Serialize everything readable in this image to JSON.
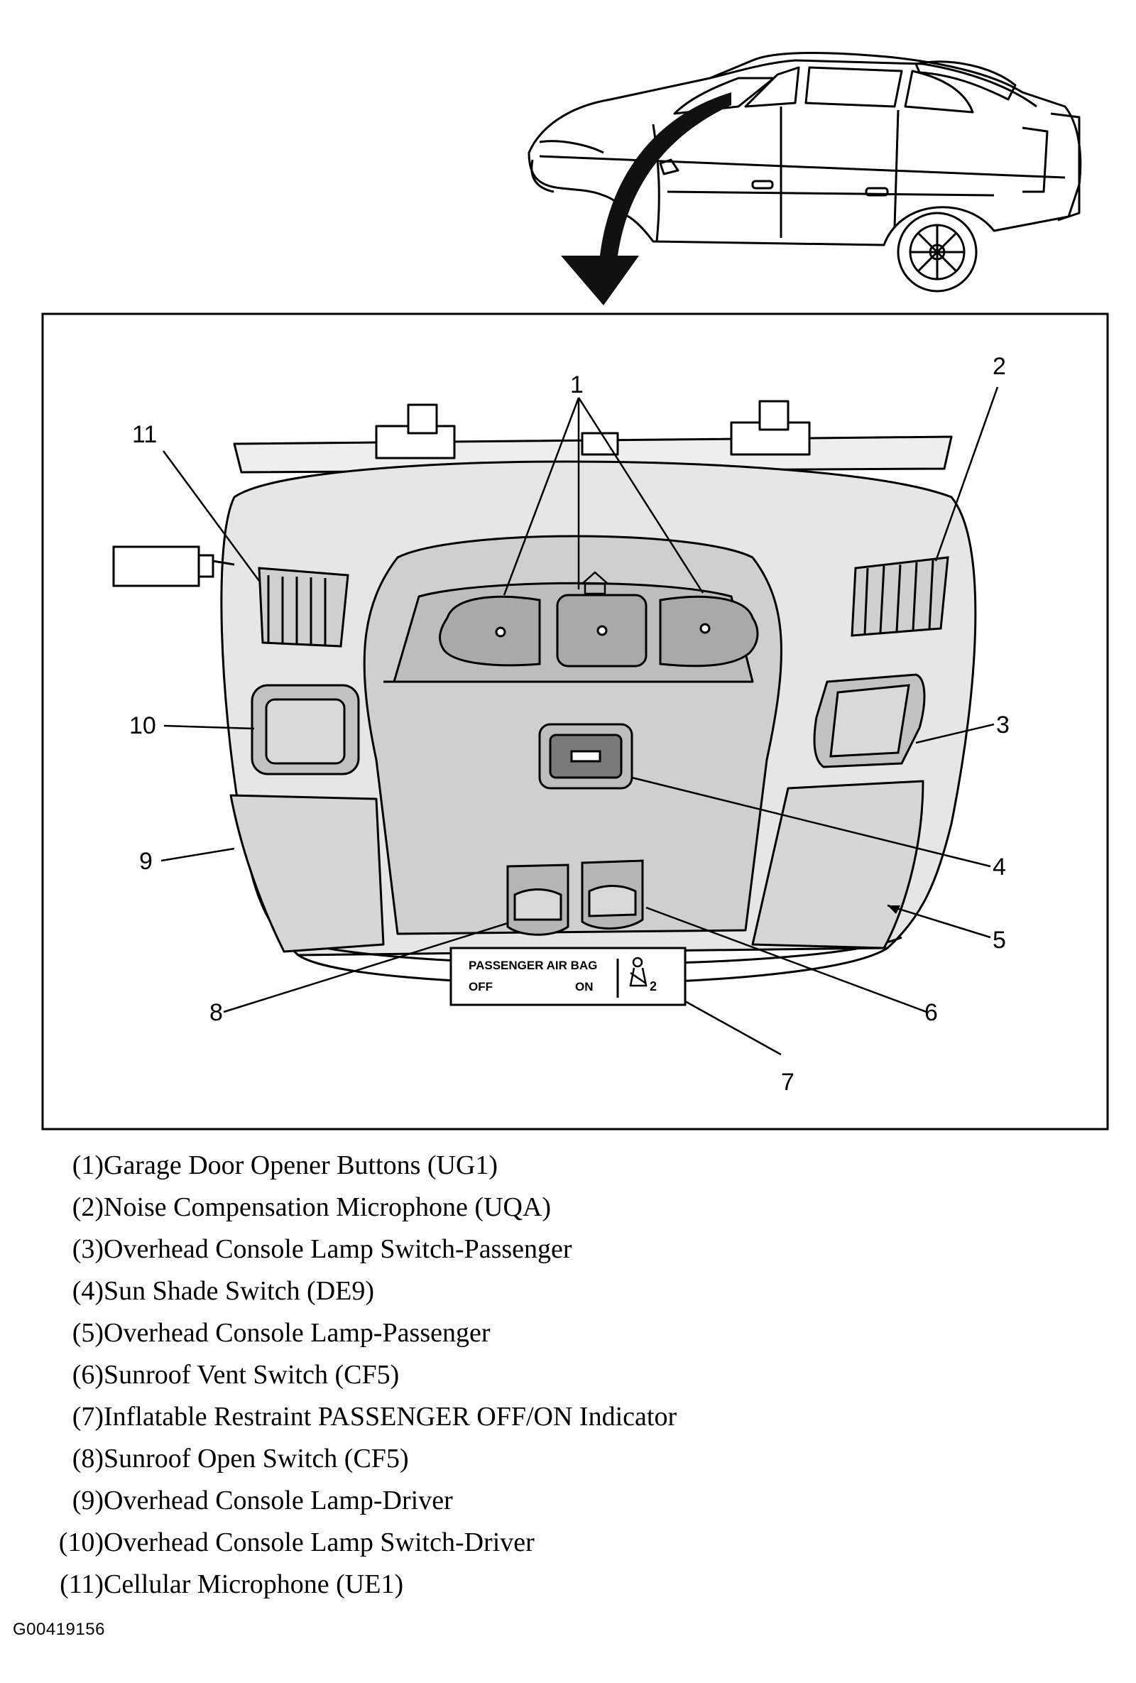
{
  "callouts": [
    "1",
    "2",
    "3",
    "4",
    "5",
    "6",
    "7",
    "8",
    "9",
    "10",
    "11"
  ],
  "console_label": {
    "line1": "PASSENGER AIR BAG",
    "off": "OFF",
    "on": "ON",
    "seat_num": "2"
  },
  "legend": [
    {
      "num": "(1)",
      "text": "Garage Door Opener Buttons (UG1)"
    },
    {
      "num": "(2)",
      "text": "Noise Compensation Microphone (UQA)"
    },
    {
      "num": "(3)",
      "text": "Overhead Console Lamp Switch-Passenger"
    },
    {
      "num": "(4)",
      "text": "Sun Shade Switch (DE9)"
    },
    {
      "num": "(5)",
      "text": "Overhead Console Lamp-Passenger"
    },
    {
      "num": "(6)",
      "text": "Sunroof Vent Switch (CF5)"
    },
    {
      "num": "(7)",
      "text": "Inflatable Restraint PASSENGER OFF/ON Indicator"
    },
    {
      "num": "(8)",
      "text": "Sunroof Open Switch (CF5)"
    },
    {
      "num": "(9)",
      "text": "Overhead Console Lamp-Driver"
    },
    {
      "num": "(10)",
      "text": "Overhead Console Lamp Switch-Driver"
    },
    {
      "num": "(11)",
      "text": "Cellular Microphone (UE1)"
    }
  ],
  "figure_id": "G00419156",
  "icons": [
    "car-illustration",
    "arrow-down-icon",
    "garage-door-icon",
    "sunshade-icon",
    "sunroof-icon",
    "seatbelt-person-icon"
  ]
}
